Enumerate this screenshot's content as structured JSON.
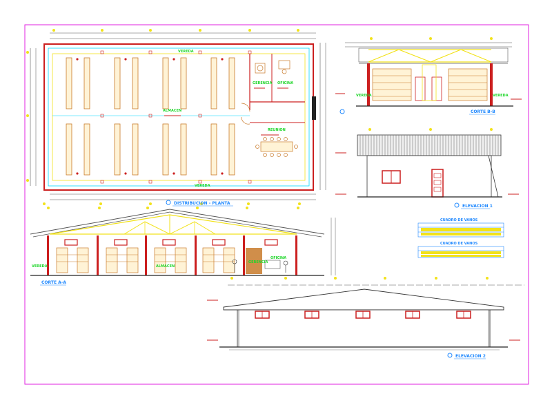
{
  "drawing": {
    "plan_title": "DISTRIBUCION - PLANTA",
    "section_bb_title": "CORTE B-B",
    "elevation_1_title": "ELEVACION 1",
    "section_aa_title": "CORTE A-A",
    "elevation_2_title": "ELEVACION 2",
    "plan_label_top": "VEREDA",
    "plan_label_bottom": "VEREDA",
    "plan_label_almacen": "ALMACEN",
    "plan_label_gerencia": "GERENCIA",
    "plan_label_oficina": "OFICINA",
    "plan_label_reunion": "REUNION",
    "section_bb_left": "VEREDA",
    "section_bb_right": "VEREDA",
    "section_aa_left": "VEREDA",
    "section_aa_mid": "ALMACEN",
    "section_aa_gerencia": "GERENCIA",
    "section_aa_oficina": "OFICINA",
    "table_1_title": "CUADRO DE VANOS",
    "table_2_title": "CUADRO DE VANOS"
  },
  "colors": {
    "frame": "#e020e0",
    "wall": "#cc1f1f",
    "outline_cyan": "#00d8ff",
    "yellow": "#f2e21a",
    "furniture": "#c87a2a",
    "green": "#1fd62a",
    "blue": "#1e88ff",
    "dim": "#555555",
    "dark": "#222222"
  }
}
